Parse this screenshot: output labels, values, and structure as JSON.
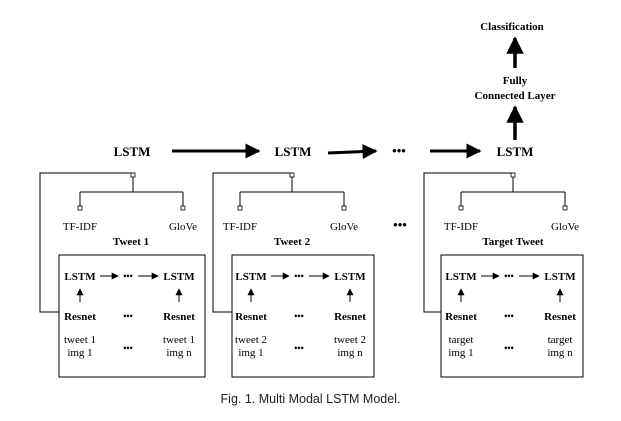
{
  "output": {
    "classification": "Classification",
    "fc_line1": "Fully",
    "fc_line2": "Connected Layer"
  },
  "top_lstm": [
    "LSTM",
    "LSTM",
    "LSTM"
  ],
  "ellipsis": "•••",
  "blocks": [
    {
      "tfidf": "TF-IDF",
      "glove": "GloVe",
      "title": "Tweet 1",
      "lstm_left": "LSTM",
      "lstm_right": "LSTM",
      "resnet_left": "Resnet",
      "resnet_right": "Resnet",
      "img_left_1": "tweet 1",
      "img_left_2": "img 1",
      "img_right_1": "tweet 1",
      "img_right_2": "img n"
    },
    {
      "tfidf": "TF-IDF",
      "glove": "GloVe",
      "title": "Tweet 2",
      "lstm_left": "LSTM",
      "lstm_right": "LSTM",
      "resnet_left": "Resnet",
      "resnet_right": "Resnet",
      "img_left_1": "tweet 2",
      "img_left_2": "img 1",
      "img_right_1": "tweet 2",
      "img_right_2": "img n"
    },
    {
      "tfidf": "TF-IDF",
      "glove": "GloVe",
      "title": "Target Tweet",
      "lstm_left": "LSTM",
      "lstm_right": "LSTM",
      "resnet_left": "Resnet",
      "resnet_right": "Resnet",
      "img_left_1": "target",
      "img_left_2": "img 1",
      "img_right_1": "target",
      "img_right_2": "img n"
    }
  ],
  "caption": "Fig. 1.  Multi Modal LSTM Model."
}
